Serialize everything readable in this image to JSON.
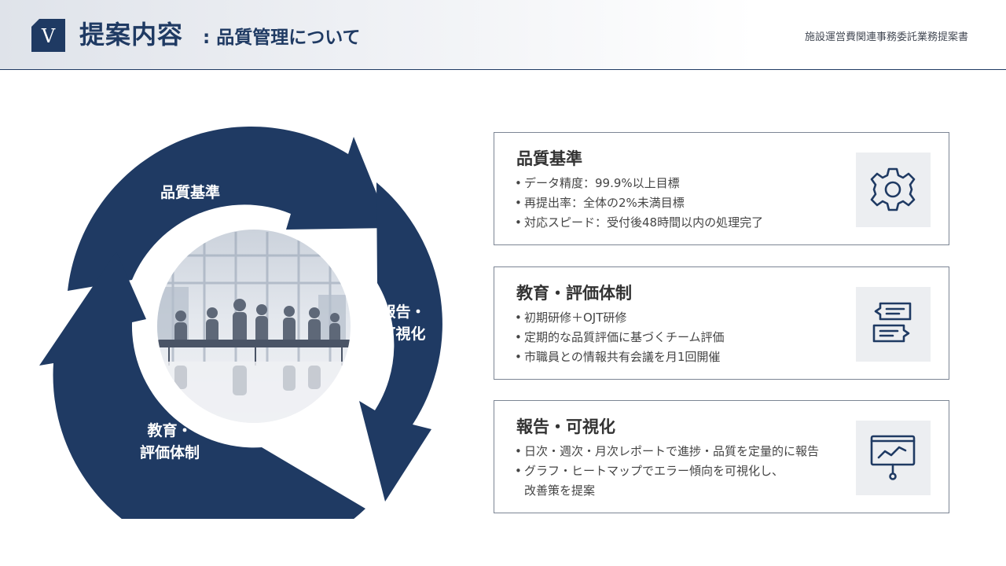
{
  "header": {
    "logo_letter": "V",
    "title_main": "提案内容",
    "title_sub": ": 品質管理について",
    "document_name": "施設運営費関連事務委託業務提案書"
  },
  "cycle": {
    "segments": [
      {
        "label": "品質基準"
      },
      {
        "label_line1": "報告・",
        "label_line2": "可視化"
      },
      {
        "label_line1": "教育・",
        "label_line2": "評価体制"
      }
    ],
    "center_image": "business-meeting-silhouette-photo",
    "colors": {
      "arrow": "#1f3a63",
      "label": "#ffffff"
    }
  },
  "cards": [
    {
      "title": "品質基準",
      "items": [
        "データ精度：99.9%以上目標",
        "再提出率：全体の2%未満目標",
        "対応スピード：受付後48時間以内の処理完了"
      ],
      "icon": "gear-icon"
    },
    {
      "title": "教育・評価体制",
      "items": [
        "初期研修＋OJT研修",
        "定期的な品質評価に基づくチーム評価",
        "市職員との情報共有会議を月1回開催"
      ],
      "icon": "chat-bubbles-icon"
    },
    {
      "title": "報告・可視化",
      "items": [
        "日次・週次・月次レポートで進捗・品質を定量的に報告",
        "グラフ・ヒートマップでエラー傾向を可視化し、"
      ],
      "item_continuation": "改善策を提案",
      "icon": "presentation-chart-icon"
    }
  ],
  "colors": {
    "navy": "#1f3a63",
    "border": "#7c8594",
    "icon_bg": "#eceef1"
  }
}
